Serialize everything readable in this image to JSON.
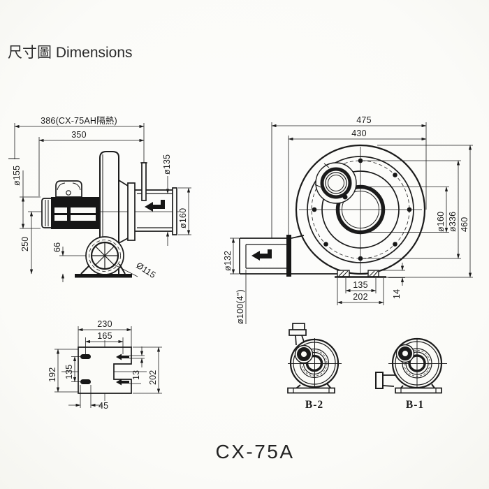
{
  "title": "尺寸圖 Dimensions",
  "model_label": "CX-75A",
  "side_view": {
    "overall_width": "386(CX-75AH隔熱)",
    "body_width": "350",
    "motor_diameter": "ø155",
    "inlet_bore_diameter": "ø135",
    "inlet_flange_diameter": "ø160",
    "center_height": "250",
    "outlet_center_height": "66",
    "outlet_bolt_circle": "Ø115"
  },
  "front_view": {
    "overall_width": "475",
    "casing_width": "430",
    "center_bore_diameter": "ø160",
    "bolt_circle_diameter": "ø336",
    "overall_height": "460",
    "outlet_flange_diameter": "ø132",
    "outlet_bore_diameter": "ø100(4\")",
    "foot_spacing_inner": "135",
    "foot_spacing_outer": "202",
    "foot_height": "14"
  },
  "base_plate": {
    "overall_width": "230",
    "slot_spacing_x": "165",
    "height_inner": "192",
    "slot_spacing_y": "135",
    "overall_height": "202",
    "slot_width": "13",
    "slot_length": "45"
  },
  "detail_views": {
    "b2": "B-2",
    "b1": "B-1"
  },
  "colors": {
    "line": "#1b1b1b",
    "background": "#fbfbf8"
  }
}
